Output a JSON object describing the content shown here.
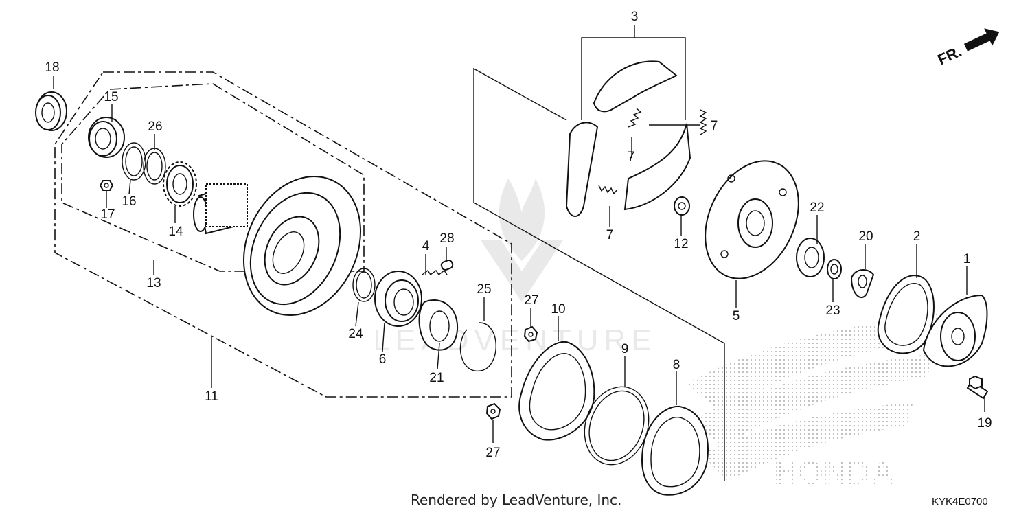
{
  "diagram": {
    "callouts": {
      "c1": "1",
      "c2": "2",
      "c3": "3",
      "c4": "4",
      "c5": "5",
      "c6": "6",
      "c7a": "7",
      "c7b": "7",
      "c7c": "7",
      "c8": "8",
      "c9": "9",
      "c10": "10",
      "c11": "11",
      "c12": "12",
      "c13": "13",
      "c14": "14",
      "c15": "15",
      "c16": "16",
      "c17": "17",
      "c18": "18",
      "c19": "19",
      "c20": "20",
      "c21": "21",
      "c22": "22",
      "c23": "23",
      "c24": "24",
      "c25": "25",
      "c26": "26",
      "c27a": "27",
      "c27b": "27",
      "c28": "28"
    },
    "direction_label": "FR.",
    "watermark_brand": "LEADVENTURE",
    "watermark_logo_text": "HONDA"
  },
  "footer": {
    "rendered_by": "Rendered by LeadVenture, Inc.",
    "diagram_code": "KYK4E0700"
  }
}
